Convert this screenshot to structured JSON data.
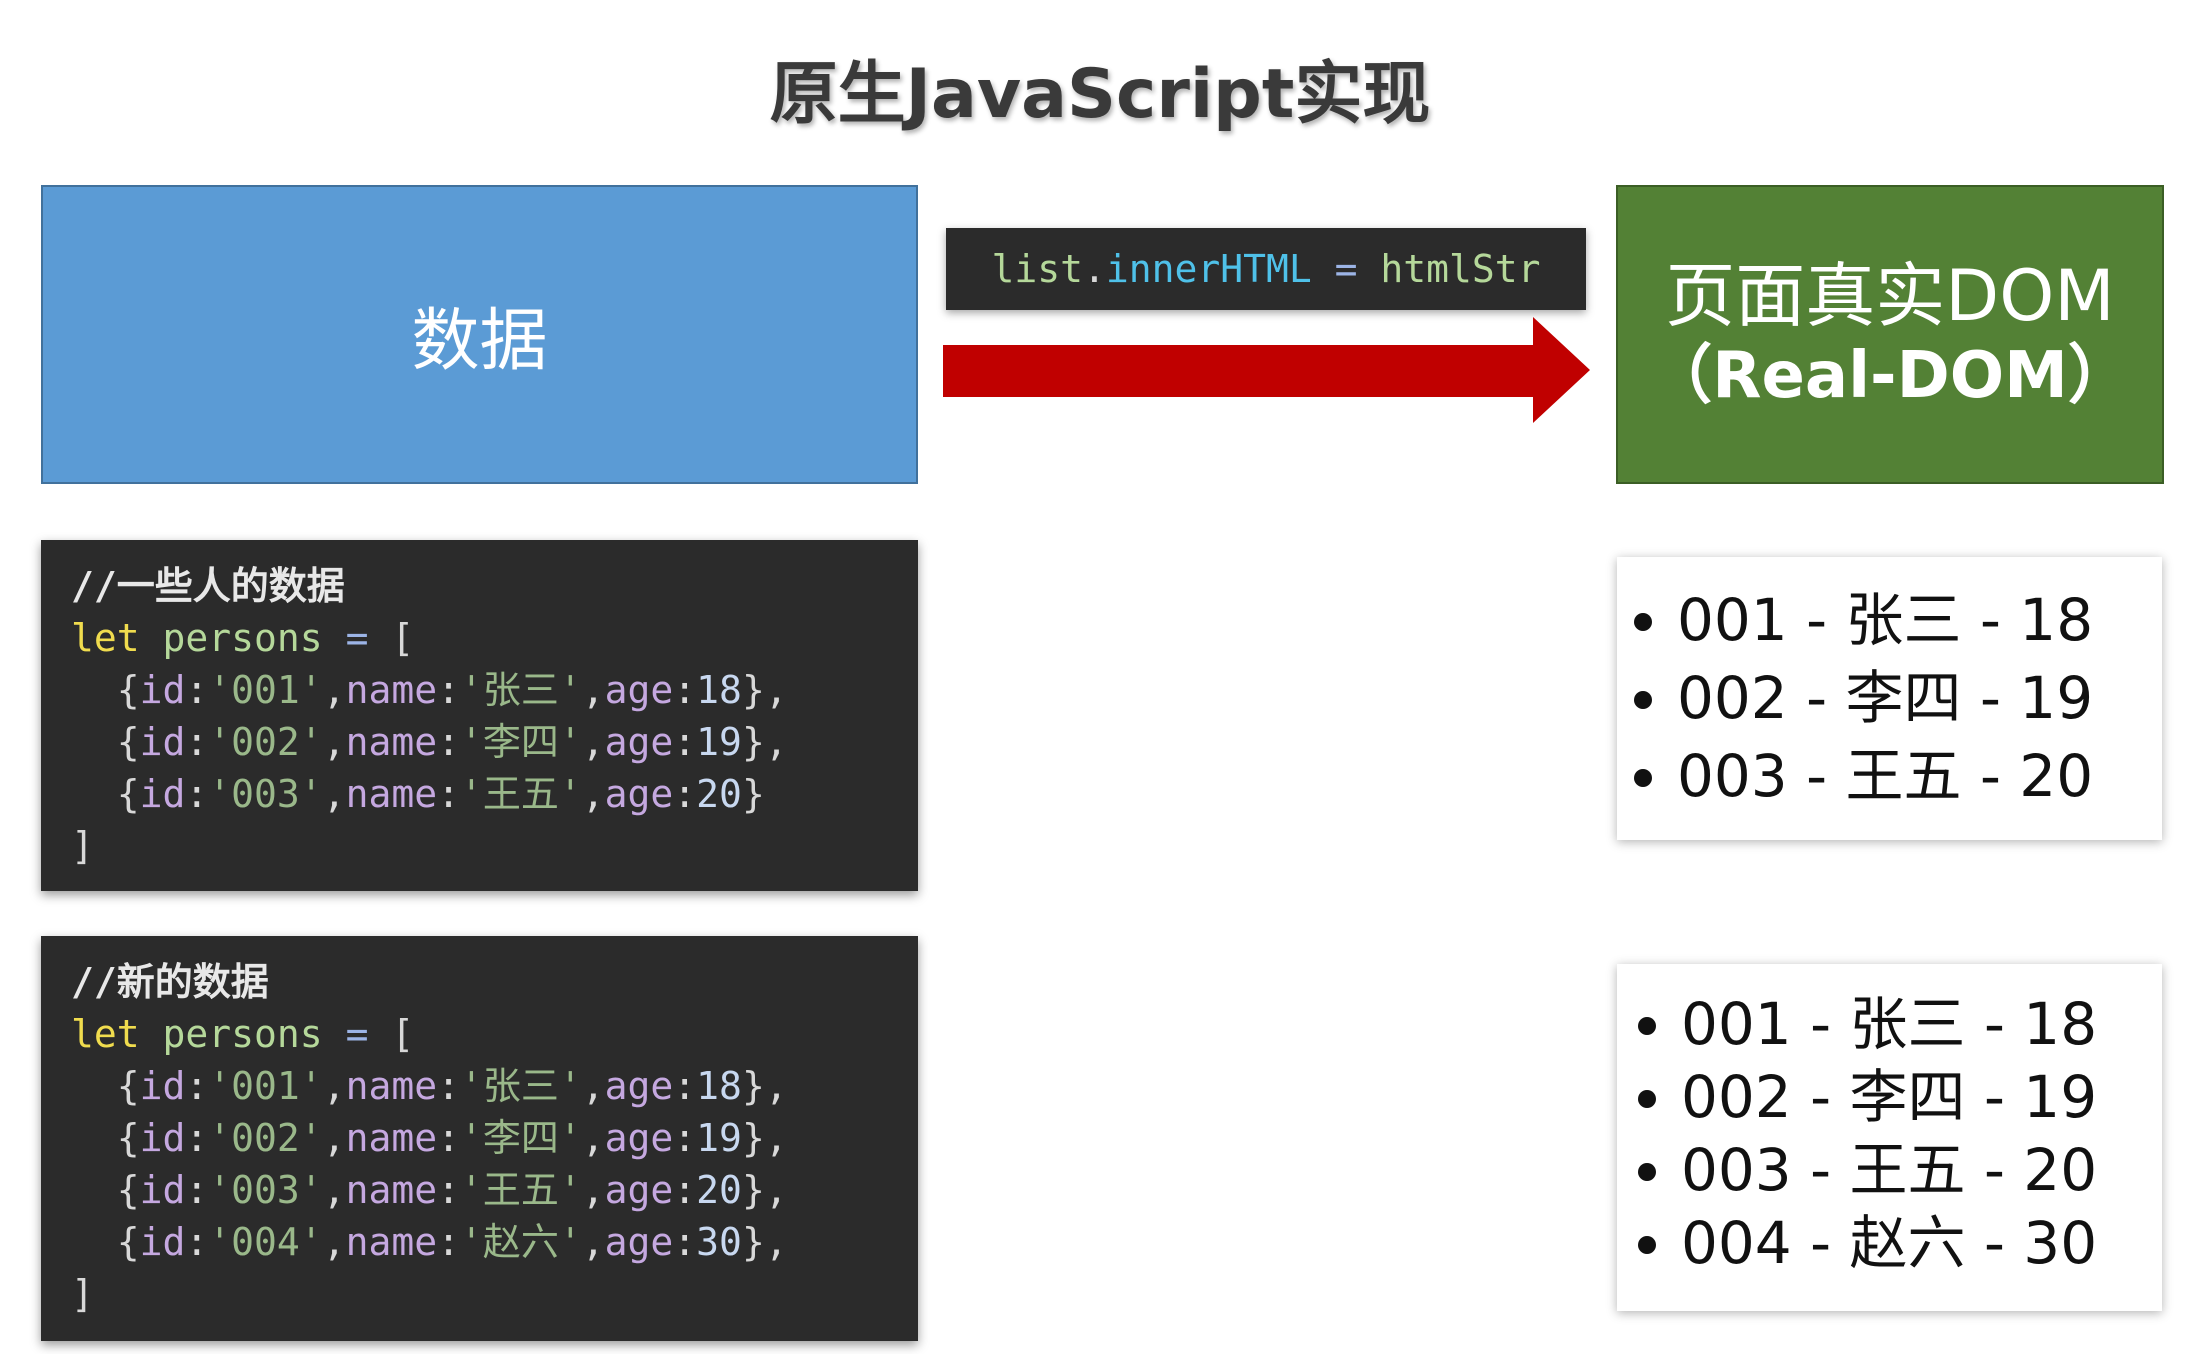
{
  "title": "原生JavaScript实现",
  "data_box": {
    "label": "数据",
    "color": "#5b9bd5"
  },
  "operation": {
    "object": "list",
    "dot": ".",
    "property": "innerHTML",
    "equals": " = ",
    "value": "htmlStr"
  },
  "arrow": {
    "color": "#c00000"
  },
  "dom_box": {
    "label": "页面真实DOM",
    "sublabel": "（Real-DOM）",
    "color": "#538135"
  },
  "code_blocks": [
    {
      "comment": "//一些人的数据",
      "keyword": "let",
      "variable": "persons",
      "operator": "=",
      "open": "[",
      "close": "]",
      "rows": [
        {
          "id": "'001'",
          "name": "'张三'",
          "age": "18",
          "end": "},"
        },
        {
          "id": "'002'",
          "name": "'李四'",
          "age": "19",
          "end": "},"
        },
        {
          "id": "'003'",
          "name": "'王五'",
          "age": "20",
          "end": "}"
        }
      ]
    },
    {
      "comment": "//新的数据",
      "keyword": "let",
      "variable": "persons",
      "operator": "=",
      "open": "[",
      "close": "]",
      "rows": [
        {
          "id": "'001'",
          "name": "'张三'",
          "age": "18",
          "end": "},"
        },
        {
          "id": "'002'",
          "name": "'李四'",
          "age": "19",
          "end": "},"
        },
        {
          "id": "'003'",
          "name": "'王五'",
          "age": "20",
          "end": "},"
        },
        {
          "id": "'004'",
          "name": "'赵六'",
          "age": "30",
          "end": "},"
        }
      ]
    }
  ],
  "lists": [
    [
      "001 - 张三 - 18",
      "002 - 李四 - 19",
      "003 - 王五 - 20"
    ],
    [
      "001 - 张三 - 18",
      "002 - 李四 - 19",
      "003 - 王五 - 20",
      "004 - 赵六 - 30"
    ]
  ]
}
